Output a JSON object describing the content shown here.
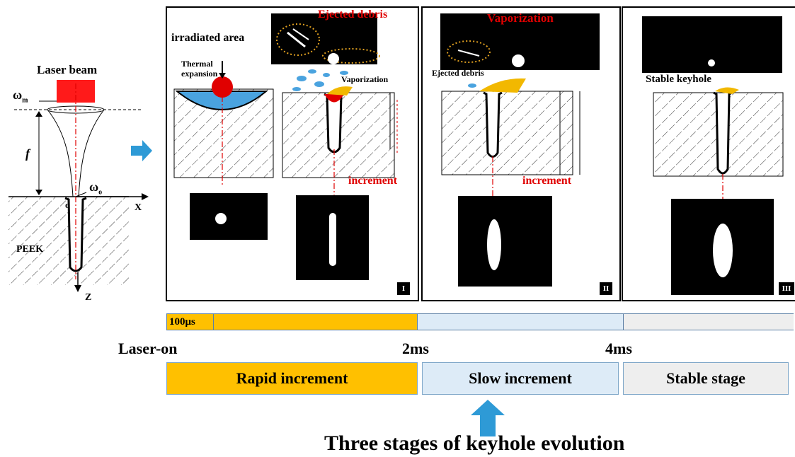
{
  "left": {
    "laser_beam": "Laser beam",
    "omega_m": "ω",
    "omega_m_sub": "m",
    "omega_o": "ω",
    "omega_o_sub": "o",
    "f_label": "f",
    "origin": "o",
    "x_axis": "X",
    "z_axis": "Z",
    "material": "PEEK"
  },
  "panel1": {
    "irradiated": "irradiated area",
    "thermal1": "Thermal",
    "thermal2": "expansion",
    "ejected": "Ejected debris",
    "vaporization": "Vaporization",
    "increment": "increment",
    "numeral": "I"
  },
  "panel2": {
    "vaporization": "Vaporization",
    "ejected": "Ejected debris",
    "increment": "increment",
    "numeral": "II"
  },
  "panel3": {
    "stable_keyhole": "Stable keyhole",
    "numeral": "III"
  },
  "timeline": {
    "first_cell": "100μs",
    "laser_on": "Laser-on",
    "t2": "2ms",
    "t4": "4ms",
    "colors": {
      "rapid": "#ffc000",
      "slow": "#ddebf7",
      "stable": "#eeeeee"
    }
  },
  "stages": [
    {
      "label": "Rapid increment"
    },
    {
      "label": "Slow increment"
    },
    {
      "label": "Stable stage"
    }
  ],
  "caption": "Three stages of keyhole evolution"
}
